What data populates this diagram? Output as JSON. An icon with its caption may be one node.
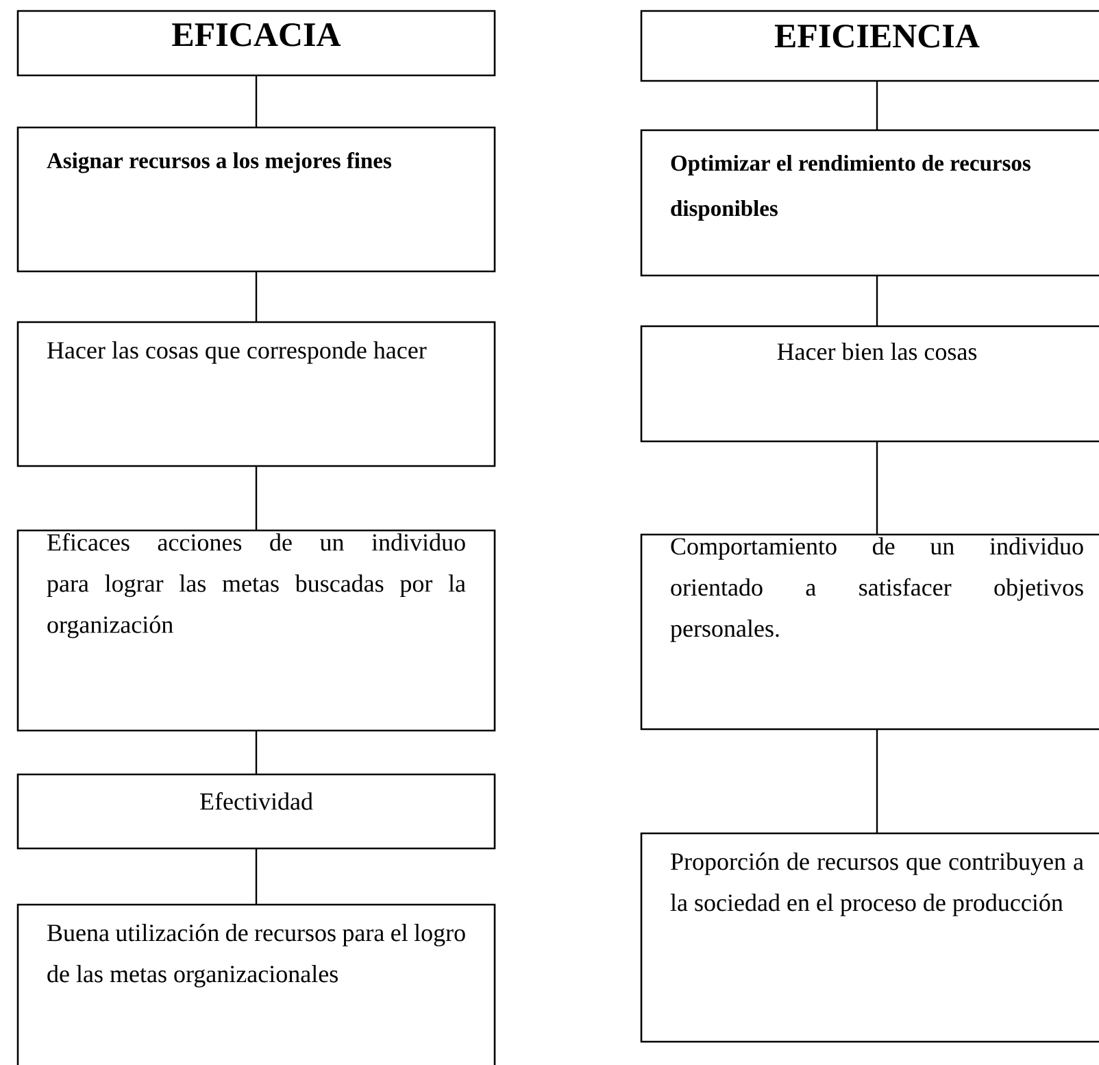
{
  "diagram": {
    "nodes": [
      {
        "text": [
          "EFICACIA"
        ]
      },
      {
        "text": [
          "Asignar recursos a los mejores fines"
        ]
      },
      {
        "text": [
          "Hacer las cosas que corresponde hacer"
        ]
      },
      {
        "text": [
          "Eficaces acciones de un individuo para lograr las metas buscadas por la organización"
        ]
      },
      {
        "text": [
          "Efectividad"
        ]
      },
      {
        "text": [
          "Buena utilización de recursos para el logro de las metas organizacionales"
        ]
      },
      {
        "text": [
          "EFICIENCIA"
        ]
      },
      {
        "text": [
          "Optimizar el rendimiento de recursos disponibles"
        ]
      },
      {
        "text": [
          "Hacer bien las cosas"
        ]
      },
      {
        "text": [
          "Comportamiento de un individuo orientado a satisfacer objetivos personales."
        ]
      },
      {
        "text": [
          "Proporción de recursos que contribuyen a la sociedad en el proceso de producción"
        ]
      }
    ],
    "edges": [
      {
        "from": 0,
        "to": 1,
        "arrow": "none"
      },
      {
        "from": 1,
        "to": 2,
        "arrow": "none"
      },
      {
        "from": 2,
        "to": 3,
        "arrow": "none"
      },
      {
        "from": 3,
        "to": 4,
        "arrow": "none"
      },
      {
        "from": 4,
        "to": 5,
        "arrow": "none"
      },
      {
        "from": 6,
        "to": 7,
        "arrow": "none"
      },
      {
        "from": 7,
        "to": 8,
        "arrow": "none"
      },
      {
        "from": 8,
        "to": 9,
        "arrow": "none"
      },
      {
        "from": 9,
        "to": 10,
        "arrow": "none"
      }
    ]
  }
}
